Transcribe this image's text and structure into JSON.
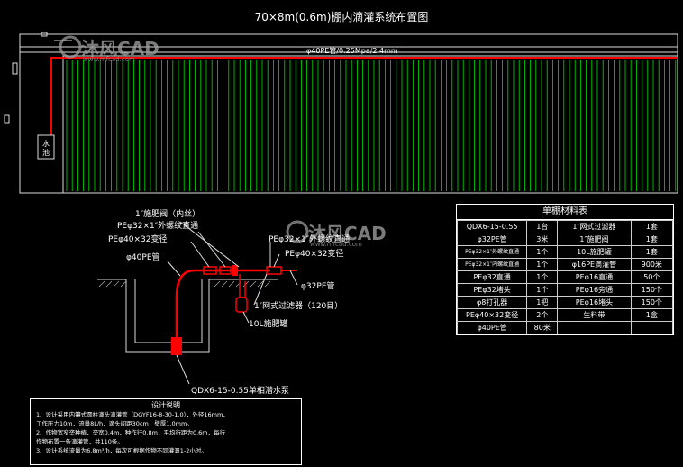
{
  "title": "70×8m(0.6m)棚内滴灌系统布置图",
  "watermark": {
    "text": "沐风CAD",
    "url": "www.mfcad.com"
  },
  "plan": {
    "main_pipe_label": "φ40PE管/0.25Mpa/2.4mm",
    "tank_label_1": "水",
    "tank_label_2": "池"
  },
  "detail": {
    "valve_label": "1″施肥阀（内丝）",
    "adapter_label": "PEφ32×1″外螺纹直通",
    "reducer_label": "PEφ40×32变径",
    "pipe40_label": "φ40PE管",
    "reducer_label_right": "PEφ40×32变径",
    "pipe32_label": "φ32PE管",
    "filter_label": "1″网式过滤器（120目）",
    "tank10l_label": "10L施肥罐",
    "pump_label": "QDX6-15-0.55单相潜水泵",
    "red_color": "#ff0000"
  },
  "materials": {
    "title": "单棚材料表",
    "rows": [
      [
        "QDX6-15-0.55",
        "1台",
        "1″网式过滤器",
        "1套"
      ],
      [
        "φ32PE管",
        "3米",
        "1″施肥阀",
        "1套"
      ],
      [
        "PEφ32×1″外螺纹直通",
        "1个",
        "10L施肥罐",
        "1套"
      ],
      [
        "PEφ32×1″内螺纹直通",
        "1个",
        "φ16PE滴灌管",
        "900米"
      ],
      [
        "PEφ32直通",
        "1个",
        "PEφ16直通",
        "50个"
      ],
      [
        "PEφ32堵头",
        "1个",
        "PEφ16旁通",
        "150个"
      ],
      [
        "φ8打孔器",
        "1把",
        "PEφ16堵头",
        "150个"
      ],
      [
        "PEφ40×32变径",
        "2个",
        "生料带",
        "1盒"
      ],
      [
        "φ40PE管",
        "80米",
        "",
        ""
      ]
    ]
  },
  "notes": {
    "title": "设计说明",
    "lines": [
      "1、设计采用内镶式圆柱滴头滴灌管（DGYF16-8-30-1.0），外径16mm，",
      "   工作压力10m，流量8L/h，滴头间距30cm，壁厚1.0mm。",
      "2、作物宽窄垄种植，垄宽0.4m，种作行0.8m，平均行距为0.6m，每行",
      "   作物布置一条滴灌管，共110条。",
      "3、设计系统流量为6.8m³/h，每次可根据作物不同灌溉1-2小时。"
    ]
  }
}
